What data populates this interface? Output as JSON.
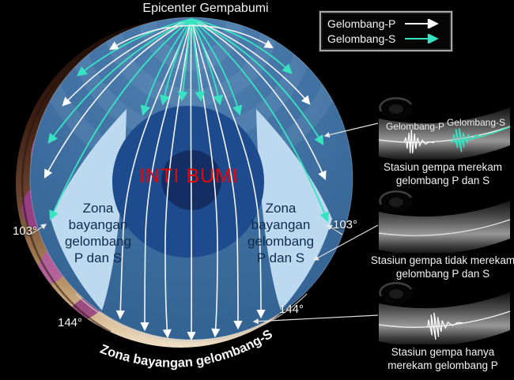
{
  "title": "Epicenter Gempabumi",
  "legend": {
    "items": [
      {
        "label": "Gelombang-P",
        "wave": "P"
      },
      {
        "label": "Gelombang-S",
        "wave": "S"
      }
    ]
  },
  "diagram": {
    "core_label": "INTI BUMI",
    "shadow_zone_left": {
      "lines": [
        "Zona",
        "bayangan",
        "gelombang",
        "P dan S"
      ]
    },
    "shadow_zone_right": {
      "lines": [
        "Zona",
        "bayangan",
        "gelombang",
        "P dan S"
      ]
    },
    "s_shadow_arc_label": "Zona bayangan gelombang-S",
    "angle_labels": {
      "left_103": "103°",
      "right_103": "103°",
      "left_144": "144°",
      "right_144": "144°"
    }
  },
  "stations": [
    {
      "wave_labels": [
        "Gelombang-P",
        "Gelombang-S"
      ],
      "caption": [
        "Stasiun gempa merekam",
        "gelombang P dan S"
      ]
    },
    {
      "caption": [
        "Stasiun gempa tidak merekam",
        "gelombang P dan S"
      ]
    },
    {
      "caption": [
        "Stasiun gempa hanya",
        "merekam gelombang P"
      ]
    }
  ],
  "colors": {
    "background": "#000000",
    "p_wave": "#ffffff",
    "s_wave": "#38e3c2",
    "core_label": "#ee0404",
    "shadow_zone": "#bcd9ef",
    "mantle": "#3d6d9e",
    "outer_core": "#1e4b8e",
    "inner_core": "#142e63"
  }
}
